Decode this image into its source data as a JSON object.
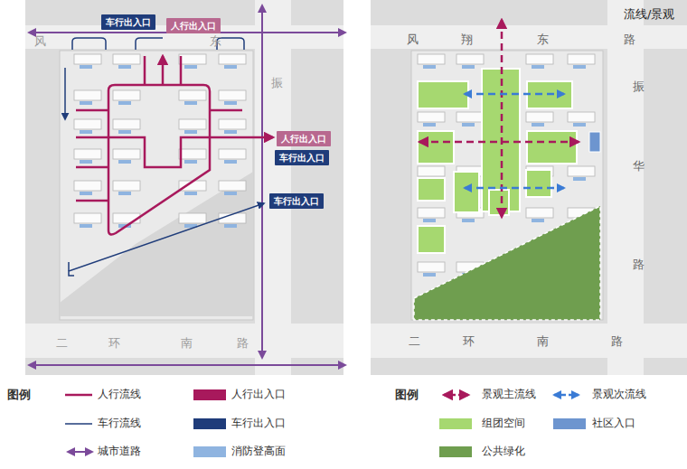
{
  "diagram": {
    "title": "流线/景观",
    "nodes": [
      {
        "text": [
          "车行出入口"
        ]
      },
      {
        "text": [
          "人行出入口"
        ]
      },
      {
        "text": [
          "人行出入口"
        ]
      },
      {
        "text": [
          "车行出入口"
        ]
      },
      {
        "text": [
          "车行出入口"
        ]
      }
    ],
    "labels": [
      "风",
      "东",
      "振",
      "二",
      "环",
      "南",
      "路",
      "风",
      "翔",
      "东",
      "路",
      "振",
      "华",
      "路",
      "二",
      "环",
      "南",
      "路",
      "图例",
      "图例"
    ],
    "legend": [
      {
        "text": "人行流线"
      },
      {
        "text": "人行出入口",
        "color": "#a8195c"
      },
      {
        "text": "车行流线"
      },
      {
        "text": "车行出入口",
        "color": "#1f3c7a"
      },
      {
        "text": "城市道路"
      },
      {
        "text": "消防登高面",
        "color": "#8fb4e0"
      },
      {
        "text": "景观主流线"
      },
      {
        "text": "景观次流线"
      },
      {
        "text": "组团空间",
        "color": "#a6d870"
      },
      {
        "text": "社区入口",
        "color": "#6d95cf"
      },
      {
        "text": "公共绿化",
        "color": "#6f9e4f"
      }
    ]
  }
}
